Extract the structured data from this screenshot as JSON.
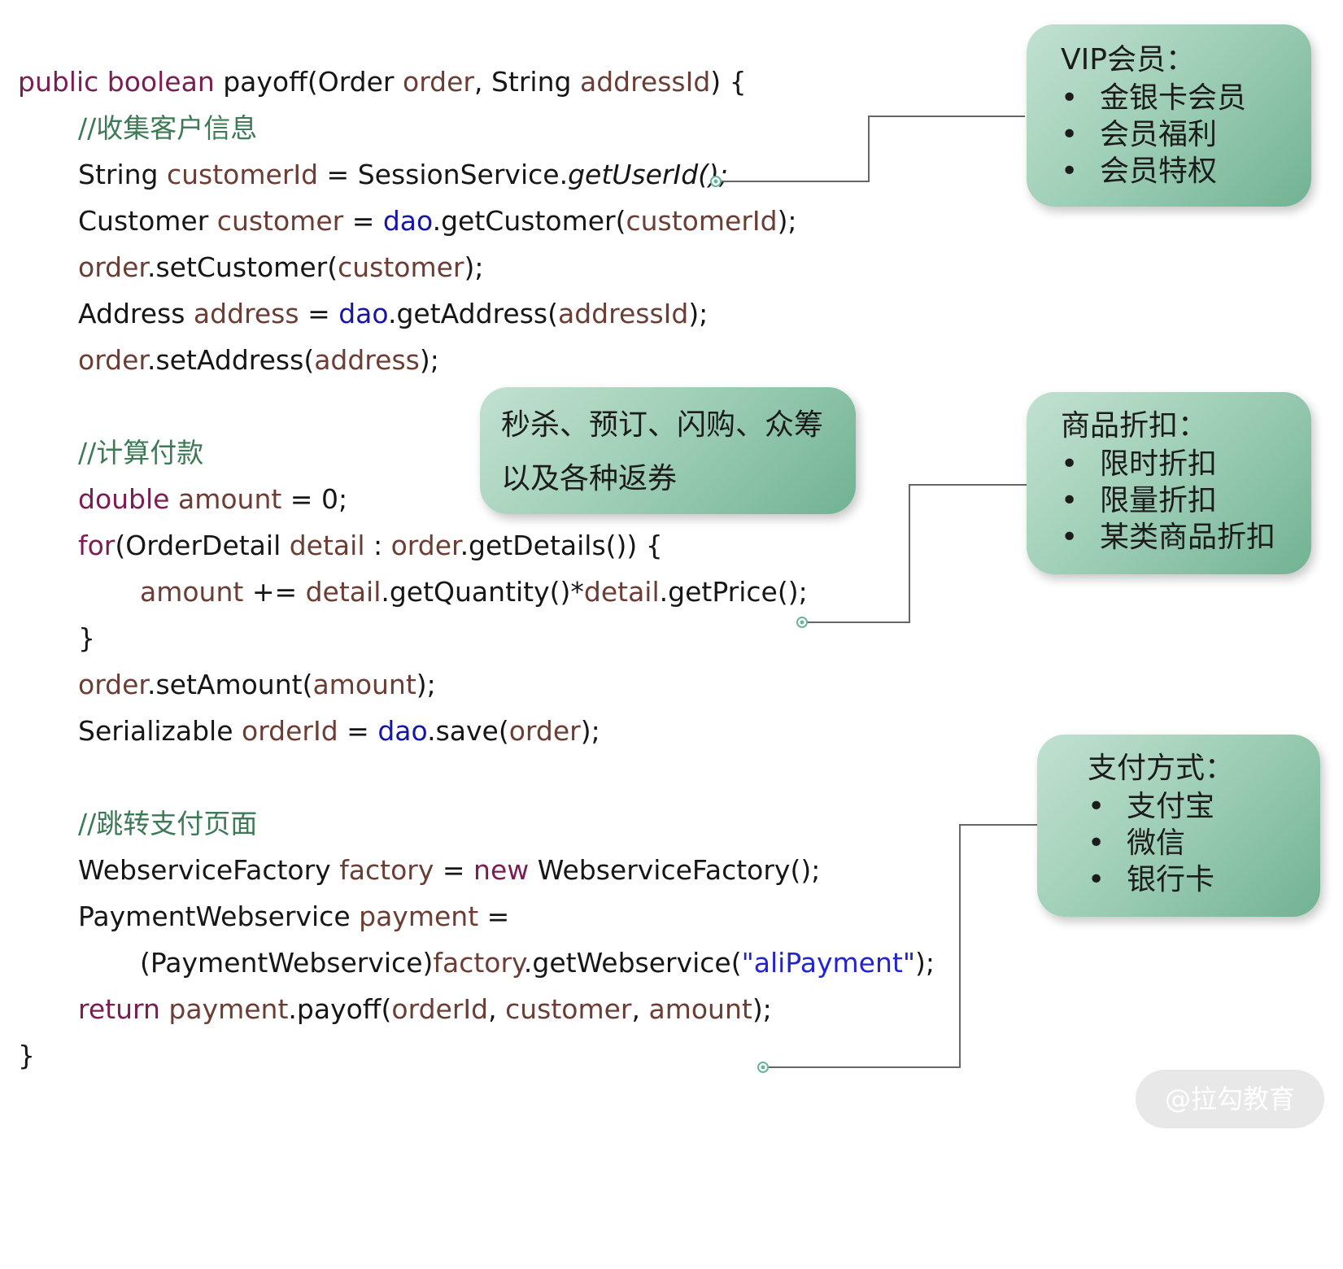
{
  "code": {
    "l1": {
      "kw1": "public",
      "kw2": "boolean",
      "p1": " payoff(Order ",
      "v1": "order",
      "p2": ", String ",
      "v2": "addressId",
      "p3": ") {"
    },
    "c1": "//收集客户信息",
    "l3": {
      "p1": "String ",
      "v1": "customerId",
      "p2": " = SessionService.",
      "it": "getUserId();"
    },
    "l4": {
      "p1": "Customer ",
      "v1": "customer",
      "p2": " = ",
      "f1": "dao",
      "p3": ".getCustomer(",
      "v2": "customerId",
      "p4": ");"
    },
    "l5": {
      "v1": "order",
      "p1": ".setCustomer(",
      "v2": "customer",
      "p2": ");"
    },
    "l6": {
      "p1": "Address ",
      "v1": "address",
      "p2": " = ",
      "f1": "dao",
      "p3": ".getAddress(",
      "v2": "addressId",
      "p4": ");"
    },
    "l7": {
      "v1": "order",
      "p1": ".setAddress(",
      "v2": "address",
      "p2": ");"
    },
    "c2": "//计算付款",
    "l9": {
      "kw": "double",
      "p0": " ",
      "v1": "amount",
      "p1": " = 0;"
    },
    "l10": {
      "kw": "for",
      "p1": "(OrderDetail ",
      "v1": "detail",
      "p2": " : ",
      "v2": "order",
      "p3": ".getDetails()) {"
    },
    "l11": {
      "v1": "amount",
      "p1": " += ",
      "v2": "detail",
      "p2": ".getQuantity()*",
      "v3": "detail",
      "p3": ".getPrice();"
    },
    "l12": "}",
    "l13": {
      "v1": "order",
      "p1": ".setAmount(",
      "v2": "amount",
      "p2": ");"
    },
    "l14": {
      "p1": "Serializable ",
      "v1": "orderId",
      "p2": " = ",
      "f1": "dao",
      "p3": ".save(",
      "v2": "order",
      "p4": ");"
    },
    "c3": "//跳转支付页面",
    "l16": {
      "p1": "WebserviceFactory ",
      "v1": "factory",
      "p2": " = ",
      "kw": "new",
      "p3": " WebserviceFactory();"
    },
    "l17": {
      "p1": "PaymentWebservice ",
      "v1": "payment",
      "p2": " ="
    },
    "l18": {
      "p1": "(PaymentWebservice)",
      "v1": "factory",
      "p2": ".getWebservice(",
      "s1": "\"aliPayment\"",
      "p3": ");"
    },
    "l19": {
      "kw": "return",
      "p0": " ",
      "v1": "payment",
      "p1": ".payoff(",
      "v2": "orderId",
      "p2": ", ",
      "v3": "customer",
      "p3": ", ",
      "v4": "amount",
      "p4": ");"
    },
    "l20": "}"
  },
  "callouts": {
    "vip": {
      "title": "VIP会员：",
      "items": [
        "金银卡会员",
        "会员福利",
        "会员特权"
      ]
    },
    "promo": {
      "line1": "秒杀、预订、闪购、众筹",
      "line2": "以及各种返券"
    },
    "discount": {
      "title": "商品折扣：",
      "items": [
        "限时折扣",
        "限量折扣",
        "某类商品折扣"
      ]
    },
    "payment": {
      "title": "支付方式：",
      "items": [
        "支付宝",
        "微信",
        "银行卡"
      ]
    },
    "bullet": "•"
  },
  "watermark": "@拉勾教育",
  "colors": {
    "keyword": "#7b1d53",
    "variable": "#6b3d34",
    "field": "#1515a8",
    "string": "#2323d6",
    "comment": "#3c7a55",
    "callout_light": "#c2e1d1",
    "callout_dark": "#72b293",
    "connector": "#666666",
    "anchor": "#6bb497"
  }
}
